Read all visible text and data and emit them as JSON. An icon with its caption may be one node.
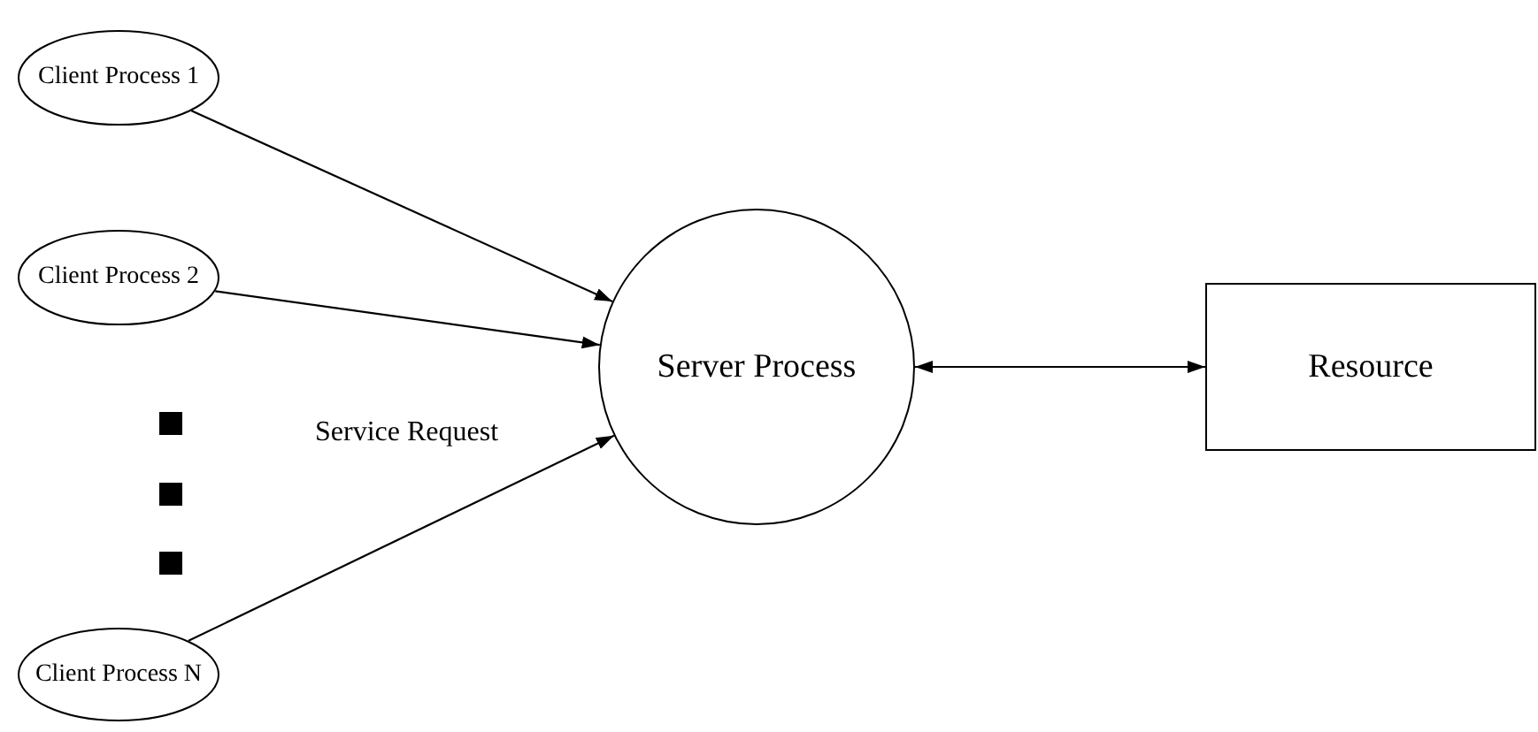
{
  "diagram": {
    "nodes": [
      {
        "text": [
          "Client Process 1"
        ]
      },
      {
        "text": [
          "Client Process 2"
        ]
      },
      {
        "text": [
          "Client Process N"
        ]
      },
      {
        "text": [
          "Server Process"
        ]
      },
      {
        "text": [
          "Resource"
        ]
      }
    ],
    "edges": [
      {
        "from": 0,
        "to": 3,
        "arrow": "to"
      },
      {
        "from": 1,
        "to": 3,
        "arrow": "to"
      },
      {
        "from": 2,
        "to": 3,
        "arrow": "to"
      },
      {
        "from": 3,
        "to": 4,
        "arrow": "both"
      }
    ],
    "labels": [
      "Service Request"
    ]
  }
}
